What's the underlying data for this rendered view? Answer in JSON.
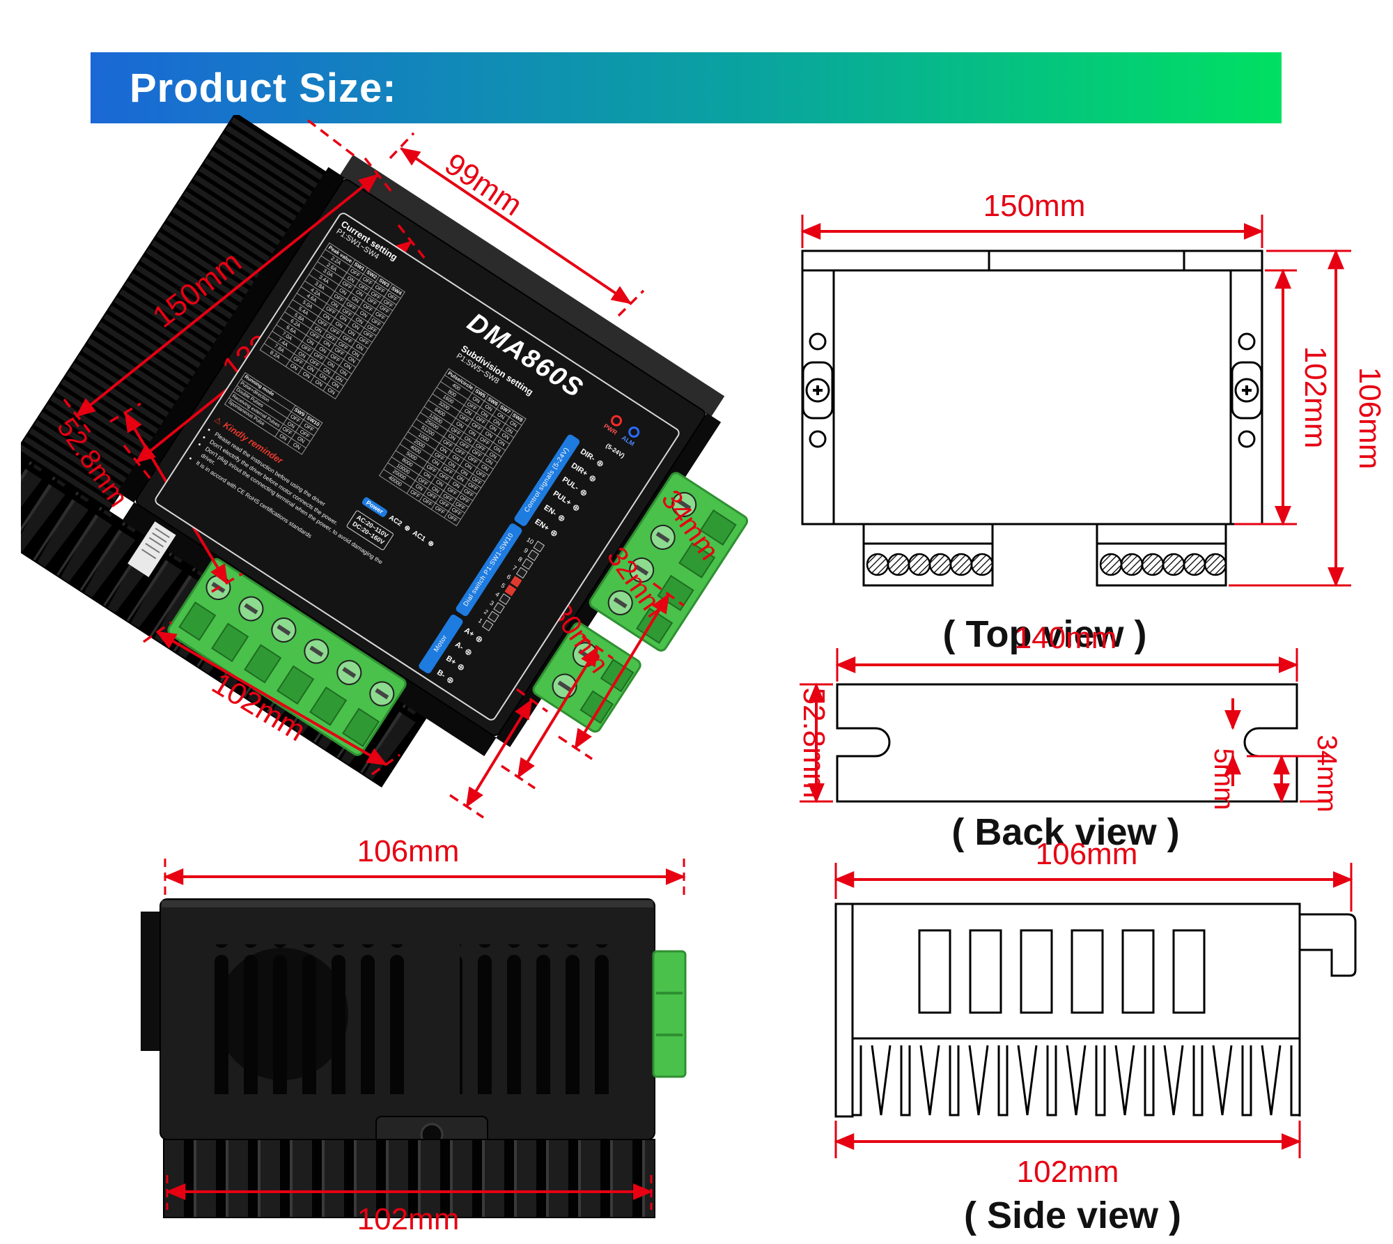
{
  "header": {
    "title": "Product Size:"
  },
  "colors": {
    "banner_from": "#1a68d6",
    "banner_to": "#00e062",
    "dimension_red": "#e60012",
    "line_black": "#000000",
    "connector_green": "#49c14b",
    "device_black": "#141414"
  },
  "photo_main": {
    "dims": {
      "len150": "150mm",
      "len132": "132mm",
      "len99": "99mm",
      "h528": "52.8mm",
      "w102": "102mm",
      "t30": "30mm",
      "t32": "32mm",
      "t34": "34mm"
    },
    "label": {
      "model": "DMA860S",
      "current_title": "Current setting",
      "current_range": "P1:SW1~SW4",
      "current_headers": [
        "Peak value",
        "SW1",
        "SW2",
        "SW3",
        "SW4"
      ],
      "current_rows": [
        [
          "2.2A",
          "OFF",
          "OFF",
          "OFF",
          "OFF"
        ],
        [
          "2.6A",
          "ON",
          "OFF",
          "OFF",
          "OFF"
        ],
        [
          "3.0A",
          "OFF",
          "ON",
          "OFF",
          "OFF"
        ],
        [
          "3.4A",
          "ON",
          "ON",
          "OFF",
          "OFF"
        ],
        [
          "3.8A",
          "OFF",
          "OFF",
          "ON",
          "OFF"
        ],
        [
          "4.2A",
          "ON",
          "OFF",
          "ON",
          "OFF"
        ],
        [
          "4.6A",
          "OFF",
          "ON",
          "ON",
          "OFF"
        ],
        [
          "5.0A",
          "ON",
          "ON",
          "ON",
          "OFF"
        ],
        [
          "5.4A",
          "OFF",
          "OFF",
          "OFF",
          "ON"
        ],
        [
          "5.8A",
          "ON",
          "OFF",
          "OFF",
          "ON"
        ],
        [
          "6.2A",
          "OFF",
          "ON",
          "OFF",
          "ON"
        ],
        [
          "6.6A",
          "ON",
          "ON",
          "OFF",
          "ON"
        ],
        [
          "7.0A",
          "OFF",
          "OFF",
          "ON",
          "ON"
        ],
        [
          "7.4A",
          "ON",
          "OFF",
          "ON",
          "ON"
        ],
        [
          "7.8A",
          "OFF",
          "ON",
          "ON",
          "ON"
        ],
        [
          "8.2A",
          "ON",
          "ON",
          "ON",
          "ON"
        ]
      ],
      "subdivision_title": "Subdivision setting",
      "subdivision_range": "P1:SW5~SW8",
      "subdivision_headers": [
        "Pulse/circle",
        "SW5",
        "SW6",
        "SW7",
        "SW8"
      ],
      "subdivision_rows": [
        [
          "400",
          "ON",
          "ON",
          "ON",
          "ON"
        ],
        [
          "800",
          "OFF",
          "ON",
          "ON",
          "ON"
        ],
        [
          "1600",
          "ON",
          "OFF",
          "ON",
          "ON"
        ],
        [
          "3200",
          "OFF",
          "OFF",
          "ON",
          "ON"
        ],
        [
          "6400",
          "ON",
          "ON",
          "OFF",
          "ON"
        ],
        [
          "12800",
          "OFF",
          "ON",
          "OFF",
          "ON"
        ],
        [
          "25600",
          "ON",
          "OFF",
          "OFF",
          "ON"
        ],
        [
          "51200",
          "OFF",
          "OFF",
          "OFF",
          "ON"
        ],
        [
          "1000",
          "ON",
          "ON",
          "ON",
          "OFF"
        ],
        [
          "2000",
          "OFF",
          "ON",
          "ON",
          "OFF"
        ],
        [
          "4000",
          "ON",
          "OFF",
          "ON",
          "OFF"
        ],
        [
          "5000",
          "OFF",
          "OFF",
          "ON",
          "OFF"
        ],
        [
          "8000",
          "ON",
          "ON",
          "OFF",
          "OFF"
        ],
        [
          "10000",
          "OFF",
          "ON",
          "OFF",
          "OFF"
        ],
        [
          "20000",
          "ON",
          "OFF",
          "OFF",
          "OFF"
        ],
        [
          "40000",
          "OFF",
          "OFF",
          "OFF",
          "OFF"
        ]
      ],
      "mode_headers": [
        "Running mode",
        "SW9",
        "SW10"
      ],
      "mode_rows": [
        [
          "Pulse+direction",
          "OFF",
          "OFF"
        ],
        [
          "Double Pulses",
          "ON",
          "OFF"
        ],
        [
          "Receiving external Pulses",
          "OFF",
          "ON"
        ],
        [
          "Spontaneous Pulse",
          "ON",
          "ON"
        ]
      ],
      "reminder_title": "Kindly reminder",
      "reminder_lines": [
        "Please read the instruction before using the driver",
        "Don't electrify the driver before motor connects the power.",
        "Don't plug in/out the connecting terminal when the power, to avoid damaging the driver.",
        "It is in accord with CE RoHS certifications standards"
      ],
      "pwr": "PWR",
      "alm": "ALM",
      "volt": "(5-24V)",
      "control_strip": "Control signals (5-24V)",
      "signal_pins": [
        "DIR-",
        "DIR+",
        "PUL-",
        "PUL+",
        "EN-",
        "EN+"
      ],
      "dial_strip": "Dial switch P1:SW1-SW10",
      "dial_numbers": [
        "10",
        "9",
        "8",
        "7",
        "6",
        "5",
        "4",
        "3",
        "2",
        "1"
      ],
      "motor_strip": "Motor",
      "motor_pins": [
        "A+",
        "A-",
        "B+",
        "B-"
      ],
      "power_strip": "Power",
      "power_pins": [
        "AC2",
        "AC1"
      ],
      "voltage_box": [
        "AC:20~110V",
        "DC:20~160V"
      ]
    }
  },
  "photo_side": {
    "dims": {
      "top": "106mm",
      "bottom": "102mm"
    }
  },
  "view_top": {
    "caption": "( Top view )",
    "dims": {
      "width": "150mm",
      "inner_height": "102mm",
      "height": "106mm"
    }
  },
  "view_back": {
    "caption": "( Back view )",
    "dims": {
      "width": "140mm",
      "height": "52.8mm",
      "slot": "5mm",
      "offset": "34mm"
    }
  },
  "view_side": {
    "caption": "( Side view )",
    "dims": {
      "top": "106mm",
      "bottom": "102mm"
    }
  }
}
